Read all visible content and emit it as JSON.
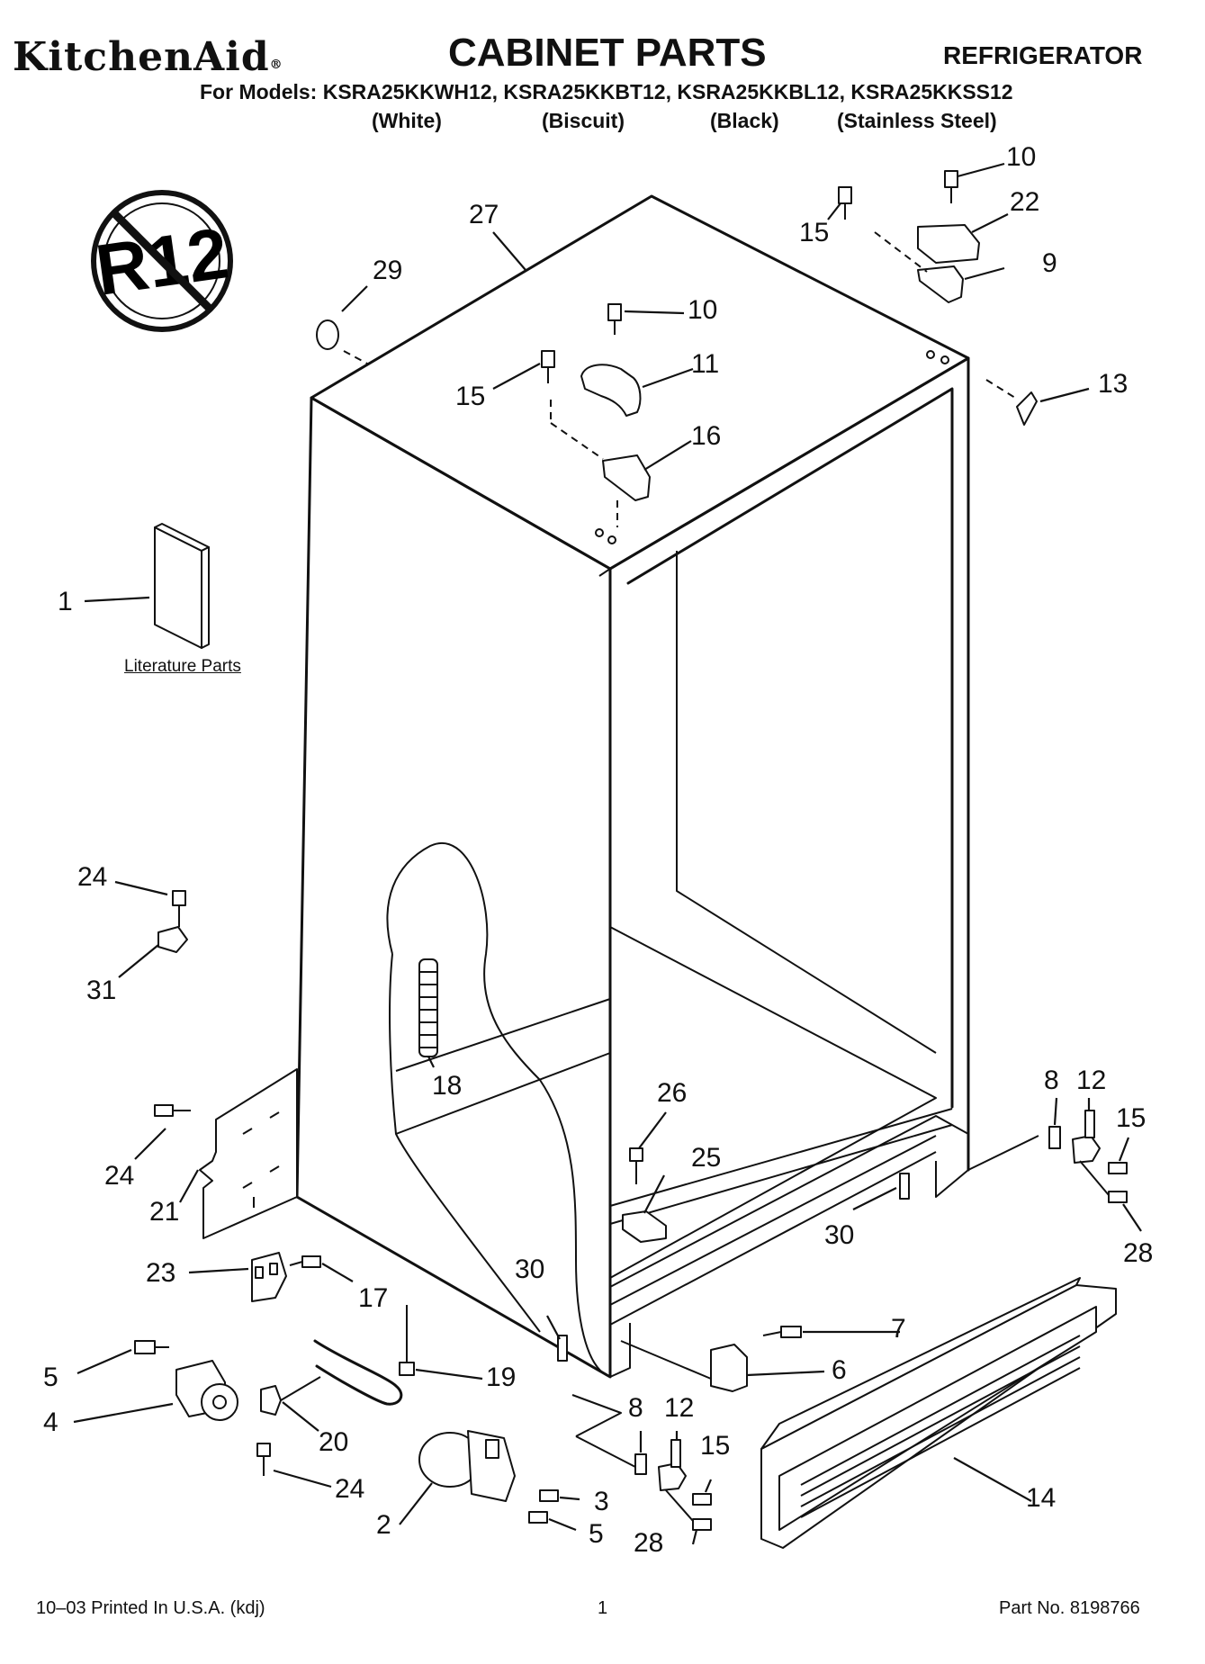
{
  "header": {
    "brand": "KitchenAid",
    "brand_mark": "®",
    "title": "CABINET PARTS",
    "appliance": "REFRIGERATOR",
    "models_line": "For Models: KSRA25KKWH12, KSRA25KKBT12, KSRA25KKBL12, KSRA25KKSS12",
    "colors": [
      "(White)",
      "(Biscuit)",
      "(Black)",
      "(Stainless Steel)"
    ]
  },
  "badge": {
    "text": "R12",
    "meaning": "no-r12-symbol"
  },
  "literature_label": "Literature Parts",
  "callouts": {
    "c1": "1",
    "c2": "2",
    "c3": "3",
    "c4": "4",
    "c5a": "5",
    "c5b": "5",
    "c6": "6",
    "c7": "7",
    "c8a": "8",
    "c8b": "8",
    "c9": "9",
    "c10a": "10",
    "c10b": "10",
    "c11": "11",
    "c12a": "12",
    "c12b": "12",
    "c13": "13",
    "c14": "14",
    "c15a": "15",
    "c15b": "15",
    "c15c": "15",
    "c15d": "15",
    "c16": "16",
    "c17": "17",
    "c18": "18",
    "c19": "19",
    "c20": "20",
    "c21": "21",
    "c22": "22",
    "c23": "23",
    "c24a": "24",
    "c24b": "24",
    "c24c": "24",
    "c25": "25",
    "c26": "26",
    "c27": "27",
    "c28a": "28",
    "c28b": "28",
    "c29": "29",
    "c30a": "30",
    "c30b": "30",
    "c31": "31"
  },
  "footer": {
    "left": "10–03 Printed In U.S.A. (kdj)",
    "page": "1",
    "part_no": "Part No. 8198766"
  }
}
